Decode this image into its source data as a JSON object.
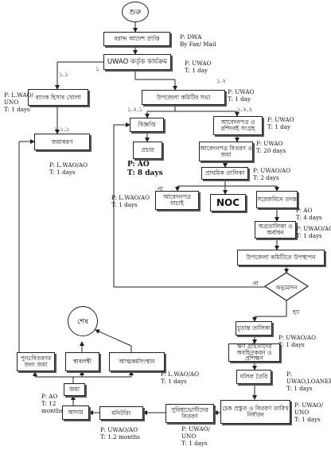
{
  "nodes": {
    "start": "শুরু",
    "receive": "বরাদ্দ আদেশ প্রাপ্তি",
    "uwao_program": "UWAO কর্তৃক কার্যক্রম",
    "bank": "ব্যাংক হিসাব খোলা",
    "committee": "উপজেলা কমিটির সভা",
    "notice": "বিজ্ঞপ্তি",
    "publicity": "প্রচার",
    "collect": "আবেদনপত্র ও রশিদবই সংগ্রহ",
    "distribute": "আবেদনপত্র বিতরণ ও জমা",
    "primary": "প্রাথমিক তালিকা",
    "verify": "আবেদনপত্র যাচাই",
    "noc": "NOC",
    "field": "সরেজমিনে তদন্ত",
    "mark": "অগ্রতালিকা ও অর্বাধন",
    "present": "উপজেলা কমিটিতে উপস্থাপন",
    "approve": "অনুমোদন",
    "final": "চূড়ান্ত তালিকা",
    "training": "ঋণ গ্রহিতাদের অবহিতকরন ও প্রশিক্ষণ",
    "document": "দলিল তৈরি",
    "cheque": "চেক প্রস্তুত ও বিতরণ তারিখ নির্ধারন",
    "distribution": "সুবিধাভোগীদের বিতরণ",
    "monitoring": "মনিটরিং",
    "recovery": "আদায়",
    "deposit_main": "জমা",
    "deposit_acc": "জমাকরণ",
    "reinvest": "পুনঃবিতরণর জন্য জমা",
    "selfreliant": "স্বাবলম্বী",
    "employment": "আত্মকর্মসংস্থান",
    "end": "শেষ"
  },
  "labels": {
    "n1": "১",
    "n11": "১.১",
    "n12": "১.২",
    "n111": "১.১.১",
    "n121": "১.২.১",
    "n122": "১.২.২",
    "no1": "না",
    "no2": "না",
    "yes": "হ্যা"
  },
  "notes": {
    "dwa": "P: DWA\nBy Fax/ Mail",
    "uwao1": "P: UWAO\nT: 1 day",
    "uwao2": "P: UWAO\nT: 1 day",
    "bank": "P: L.WAO/\nUNO\nT: 1 days",
    "collect": "P: UWAO\nT: 1 day",
    "dist20": "P: UWAO\nT: 20 days",
    "deposit": "P: L.WAO/AO\nT: 1 days",
    "ao8": "P: AO\nT: 8 days",
    "primary": "P: UWAO/AO\nT: 2 days",
    "verify": "P: L.WAO/AO\nT: 1 days",
    "field": "P: AO\nT: 4 days",
    "mark": "P: UWAO/AO\nT: 1 days",
    "final": "P: UWAO/AO\nT: 1 days",
    "doc": "P:\nUWAO,LOANEE\nT: 1 days",
    "cheque": "P: UWAO/\nUNO\nT: 1 days",
    "employment": "P: L.WAO/AO\nT: 1 days",
    "ao12": "P: AO\nT: 12\nmonths",
    "monitor": "P: UWAO/AO\nT: 1.2 months",
    "distrib": "P: UWAO/\nUNO\nT: 1 days"
  }
}
